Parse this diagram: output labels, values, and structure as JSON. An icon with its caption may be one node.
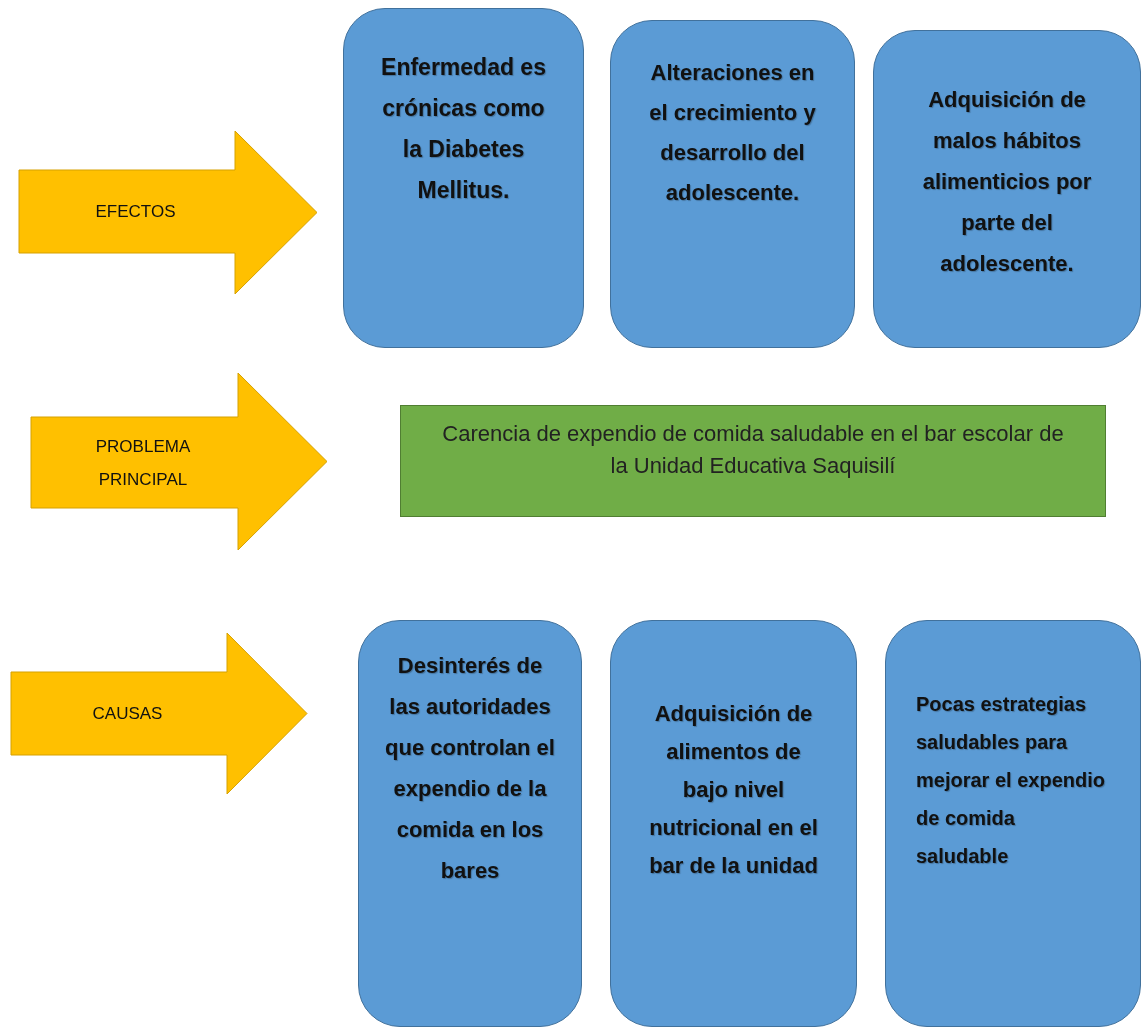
{
  "diagram": {
    "nodes": [
      {
        "text": [
          "EFECTOS"
        ]
      },
      {
        "text": [
          "Enfermedad es crónicas como la Diabetes Mellitus."
        ]
      },
      {
        "text": [
          "Alteraciones en el crecimiento y desarrollo del adolescente."
        ]
      },
      {
        "text": [
          "Adquisición de malos hábitos alimenticios por parte del adolescente."
        ]
      },
      {
        "text": [
          "PROBLEMA PRINCIPAL"
        ]
      },
      {
        "text": [
          "Carencia de expendio de comida saludable en el bar escolar de la Unidad Educativa Saquisilí"
        ]
      },
      {
        "text": [
          "CAUSAS"
        ]
      },
      {
        "text": [
          "Desinterés de las autoridades que controlan el expendio de la comida en los bares"
        ]
      },
      {
        "text": [
          "Adquisición de alimentos de bajo nivel nutricional en el bar de la unidad"
        ]
      },
      {
        "text": [
          "Pocas estrategias saludables para mejorar el expendio de comida saludable"
        ]
      }
    ]
  }
}
